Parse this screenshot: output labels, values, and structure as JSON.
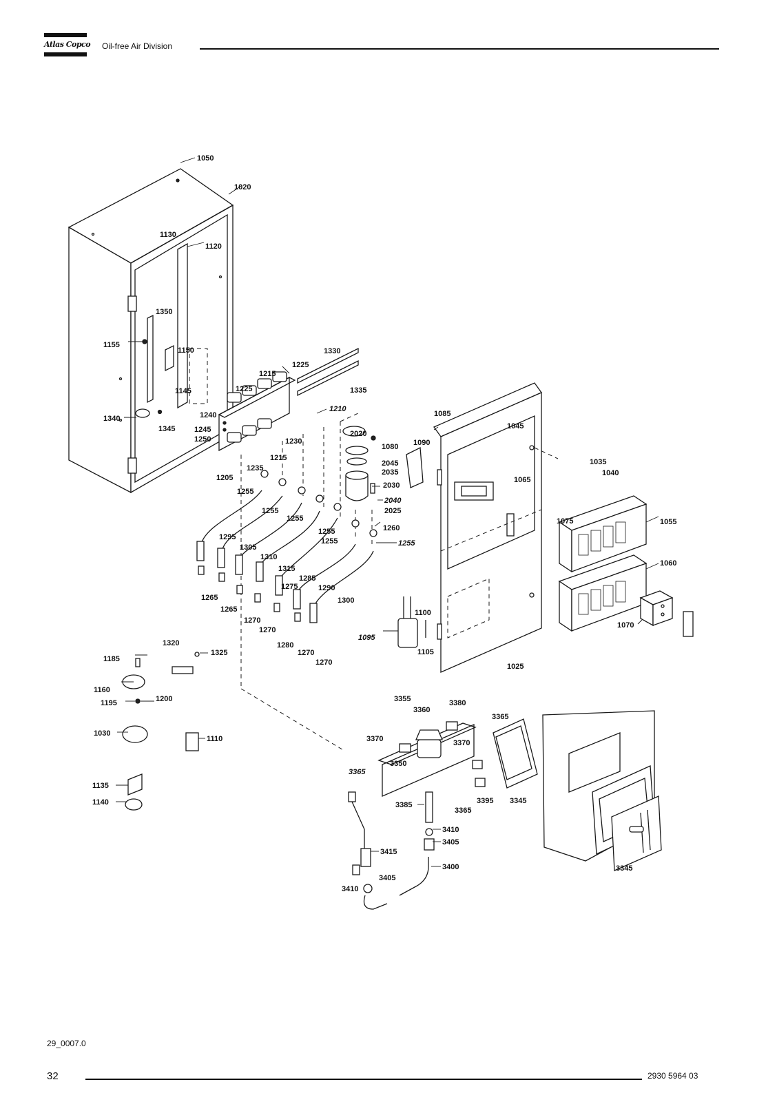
{
  "header": {
    "logo_text": "Atlas Copco",
    "division": "Oil-free Air Division"
  },
  "callouts": [
    {
      "id": "c1050",
      "text": "1050",
      "italic": false
    },
    {
      "id": "c1020",
      "text": "1020",
      "italic": false
    },
    {
      "id": "c1130",
      "text": "1130",
      "italic": false
    },
    {
      "id": "c1120",
      "text": "1120",
      "italic": false
    },
    {
      "id": "c1350",
      "text": "1350",
      "italic": false
    },
    {
      "id": "c1155",
      "text": "1155",
      "italic": false
    },
    {
      "id": "c1150",
      "text": "1150",
      "italic": false
    },
    {
      "id": "c1145",
      "text": "1145",
      "italic": false
    },
    {
      "id": "c1330",
      "text": "1330",
      "italic": false
    },
    {
      "id": "c1225a",
      "text": "1225",
      "italic": false
    },
    {
      "id": "c1215a",
      "text": "1215",
      "italic": false
    },
    {
      "id": "c1225b",
      "text": "1225",
      "italic": false
    },
    {
      "id": "c1335",
      "text": "1335",
      "italic": false
    },
    {
      "id": "c1210",
      "text": "1210",
      "italic": true
    },
    {
      "id": "c1340",
      "text": "1340",
      "italic": false
    },
    {
      "id": "c1345",
      "text": "1345",
      "italic": false
    },
    {
      "id": "c1240",
      "text": "1240",
      "italic": false
    },
    {
      "id": "c1245",
      "text": "1245",
      "italic": false
    },
    {
      "id": "c1250",
      "text": "1250",
      "italic": false
    },
    {
      "id": "c1230",
      "text": "1230",
      "italic": false
    },
    {
      "id": "c1215b",
      "text": "1215",
      "italic": false
    },
    {
      "id": "c1235",
      "text": "1235",
      "italic": false
    },
    {
      "id": "c1205",
      "text": "1205",
      "italic": false
    },
    {
      "id": "c2020",
      "text": "2020",
      "italic": false
    },
    {
      "id": "c1080",
      "text": "1080",
      "italic": false
    },
    {
      "id": "c2045",
      "text": "2045",
      "italic": false
    },
    {
      "id": "c2035",
      "text": "2035",
      "italic": false
    },
    {
      "id": "c2030",
      "text": "2030",
      "italic": false
    },
    {
      "id": "c2040",
      "text": "2040",
      "italic": true
    },
    {
      "id": "c2025",
      "text": "2025",
      "italic": false
    },
    {
      "id": "c1085",
      "text": "1085",
      "italic": false
    },
    {
      "id": "c1090",
      "text": "1090",
      "italic": false
    },
    {
      "id": "c1045",
      "text": "1045",
      "italic": false
    },
    {
      "id": "c1065",
      "text": "1065",
      "italic": false
    },
    {
      "id": "c1035",
      "text": "1035",
      "italic": false
    },
    {
      "id": "c1040",
      "text": "1040",
      "italic": false
    },
    {
      "id": "c1255a",
      "text": "1255",
      "italic": false
    },
    {
      "id": "c1255b",
      "text": "1255",
      "italic": false
    },
    {
      "id": "c1255c",
      "text": "1255",
      "italic": false
    },
    {
      "id": "c1255d",
      "text": "1255",
      "italic": false
    },
    {
      "id": "c1255e",
      "text": "1255",
      "italic": false
    },
    {
      "id": "c1260",
      "text": "1260",
      "italic": false
    },
    {
      "id": "c1255f",
      "text": "1255",
      "italic": true
    },
    {
      "id": "c1295",
      "text": "1295",
      "italic": false
    },
    {
      "id": "c1305",
      "text": "1305",
      "italic": false
    },
    {
      "id": "c1310",
      "text": "1310",
      "italic": false
    },
    {
      "id": "c1315",
      "text": "1315",
      "italic": false
    },
    {
      "id": "c1285",
      "text": "1285",
      "italic": false
    },
    {
      "id": "c1275",
      "text": "1275",
      "italic": false
    },
    {
      "id": "c1290",
      "text": "1290",
      "italic": false
    },
    {
      "id": "c1300",
      "text": "1300",
      "italic": false
    },
    {
      "id": "c1265a",
      "text": "1265",
      "italic": false
    },
    {
      "id": "c1265b",
      "text": "1265",
      "italic": false
    },
    {
      "id": "c1270a",
      "text": "1270",
      "italic": false
    },
    {
      "id": "c1270b",
      "text": "1270",
      "italic": false
    },
    {
      "id": "c1280",
      "text": "1280",
      "italic": false
    },
    {
      "id": "c1270c",
      "text": "1270",
      "italic": false
    },
    {
      "id": "c1270d",
      "text": "1270",
      "italic": false
    },
    {
      "id": "c1075",
      "text": "1075",
      "italic": false
    },
    {
      "id": "c1055",
      "text": "1055",
      "italic": false
    },
    {
      "id": "c1060",
      "text": "1060",
      "italic": false
    },
    {
      "id": "c1070",
      "text": "1070",
      "italic": false
    },
    {
      "id": "c1100",
      "text": "1100",
      "italic": false
    },
    {
      "id": "c1095",
      "text": "1095",
      "italic": true
    },
    {
      "id": "c1105",
      "text": "1105",
      "italic": false
    },
    {
      "id": "c1025",
      "text": "1025",
      "italic": false
    },
    {
      "id": "c1320",
      "text": "1320",
      "italic": false
    },
    {
      "id": "c1185",
      "text": "1185",
      "italic": false
    },
    {
      "id": "c1325",
      "text": "1325",
      "italic": false
    },
    {
      "id": "c1160",
      "text": "1160",
      "italic": false
    },
    {
      "id": "c1195",
      "text": "1195",
      "italic": false
    },
    {
      "id": "c1200",
      "text": "1200",
      "italic": false
    },
    {
      "id": "c1030",
      "text": "1030",
      "italic": false
    },
    {
      "id": "c1110",
      "text": "1110",
      "italic": false
    },
    {
      "id": "c1135",
      "text": "1135",
      "italic": false
    },
    {
      "id": "c1140",
      "text": "1140",
      "italic": false
    },
    {
      "id": "c3355",
      "text": "3355",
      "italic": false
    },
    {
      "id": "c3360",
      "text": "3360",
      "italic": false
    },
    {
      "id": "c3380",
      "text": "3380",
      "italic": false
    },
    {
      "id": "c3365a",
      "text": "3365",
      "italic": false
    },
    {
      "id": "c3370a",
      "text": "3370",
      "italic": false
    },
    {
      "id": "c3350",
      "text": "3350",
      "italic": false
    },
    {
      "id": "c3370b",
      "text": "3370",
      "italic": false
    },
    {
      "id": "c3365b",
      "text": "3365",
      "italic": true
    },
    {
      "id": "c3385",
      "text": "3385",
      "italic": false
    },
    {
      "id": "c3365c",
      "text": "3365",
      "italic": false
    },
    {
      "id": "c3395",
      "text": "3395",
      "italic": false
    },
    {
      "id": "c3345a",
      "text": "3345",
      "italic": false
    },
    {
      "id": "c3410a",
      "text": "3410",
      "italic": false
    },
    {
      "id": "c3405a",
      "text": "3405",
      "italic": false
    },
    {
      "id": "c3415",
      "text": "3415",
      "italic": false
    },
    {
      "id": "c3400",
      "text": "3400",
      "italic": false
    },
    {
      "id": "c3405b",
      "text": "3405",
      "italic": false
    },
    {
      "id": "c3410b",
      "text": "3410",
      "italic": false
    },
    {
      "id": "c3345b",
      "text": "3345",
      "italic": false
    }
  ],
  "footer": {
    "drawing_code": "29_0007.0",
    "page_number": "32",
    "document_number": "2930 5964 03"
  }
}
